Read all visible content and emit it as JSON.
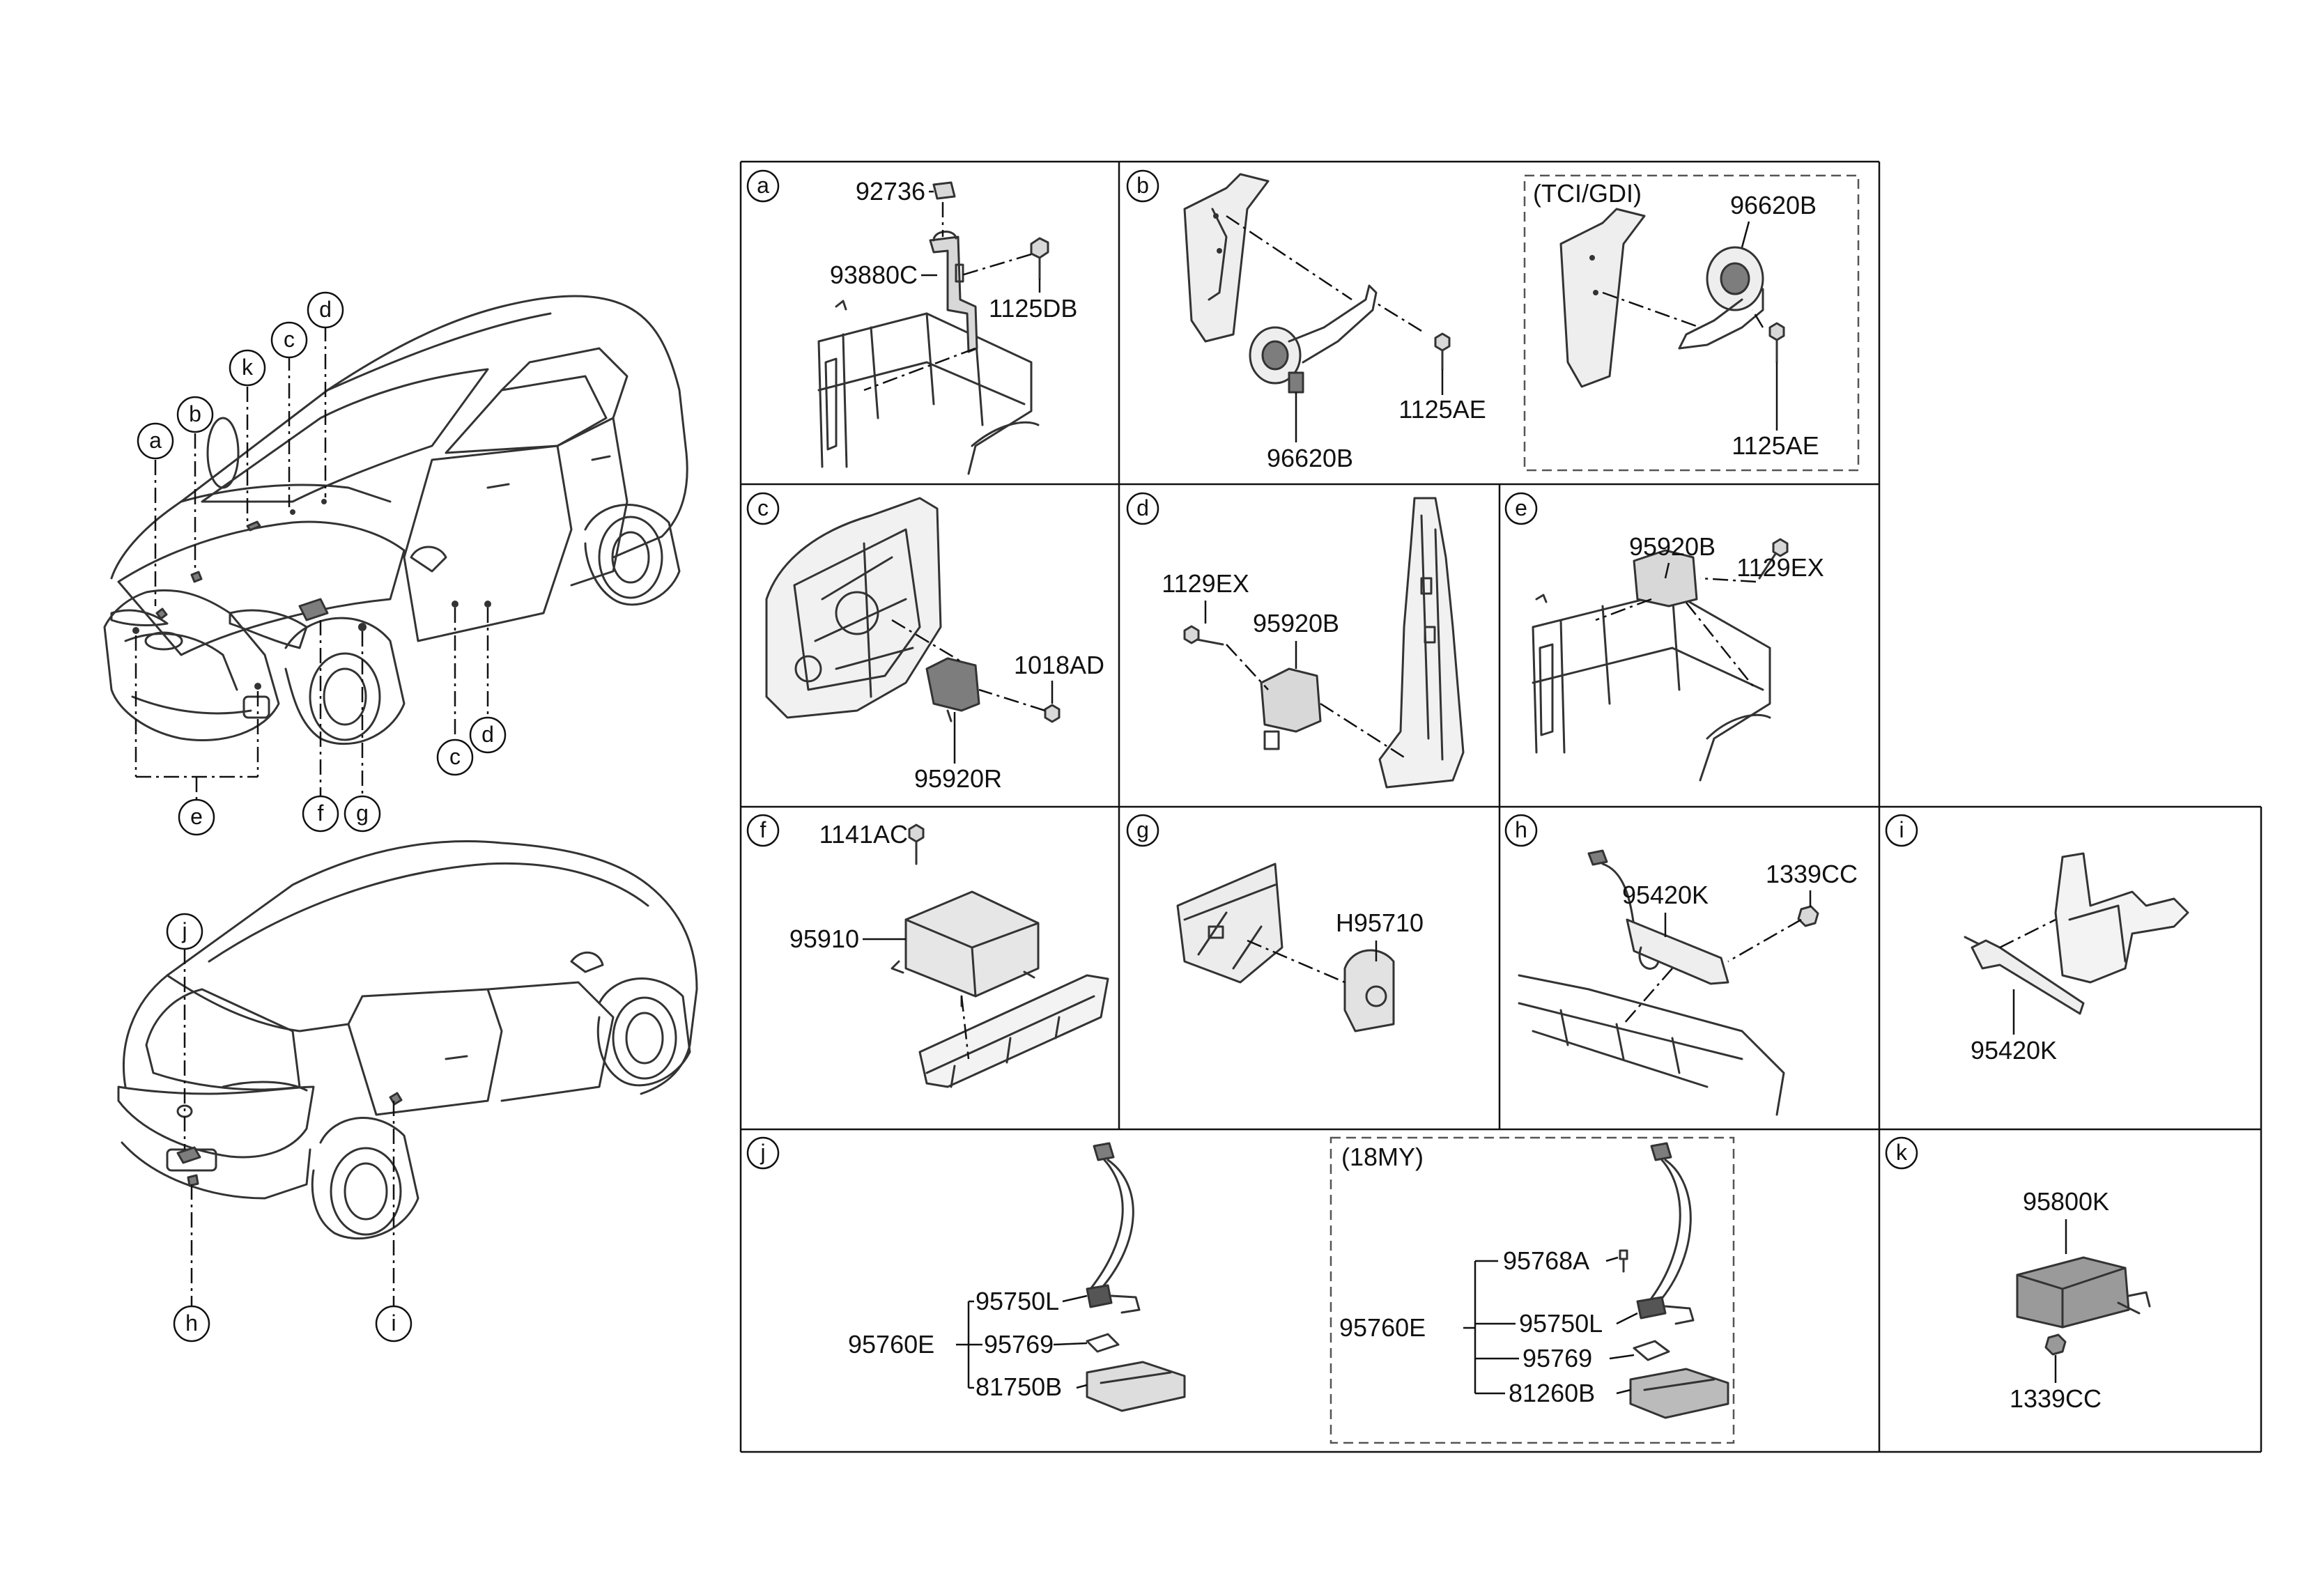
{
  "overview": {
    "front_callouts": [
      "a",
      "b",
      "k",
      "c",
      "d",
      "e",
      "f",
      "g",
      "c",
      "d"
    ],
    "rear_callouts": [
      "j",
      "h",
      "i"
    ]
  },
  "panels": {
    "a": {
      "letter": "a",
      "parts": [
        "92736",
        "93880C",
        "1125DB"
      ]
    },
    "b": {
      "letter": "b",
      "parts": [
        "96620B",
        "1125AE"
      ],
      "variant": {
        "label": "(TCI/GDI)",
        "parts": [
          "96620B",
          "1125AE"
        ]
      }
    },
    "c": {
      "letter": "c",
      "parts": [
        "1018AD",
        "95920R"
      ]
    },
    "d": {
      "letter": "d",
      "parts": [
        "1129EX",
        "95920B"
      ]
    },
    "e": {
      "letter": "e",
      "parts": [
        "95920B",
        "1129EX"
      ]
    },
    "f": {
      "letter": "f",
      "parts": [
        "1141AC",
        "95910"
      ]
    },
    "g": {
      "letter": "g",
      "parts": [
        "H95710"
      ]
    },
    "h": {
      "letter": "h",
      "parts": [
        "95420K",
        "1339CC"
      ]
    },
    "i": {
      "letter": "i",
      "parts": [
        "95420K"
      ]
    },
    "j": {
      "letter": "j",
      "parts": [
        "95750L",
        "95760E",
        "95769",
        "81750B"
      ],
      "variant": {
        "label": "(18MY)",
        "parts": [
          "95768A",
          "95760E",
          "95750L",
          "95769",
          "81260B"
        ]
      }
    },
    "k": {
      "letter": "k",
      "parts": [
        "95800K",
        "1339CC"
      ]
    }
  }
}
